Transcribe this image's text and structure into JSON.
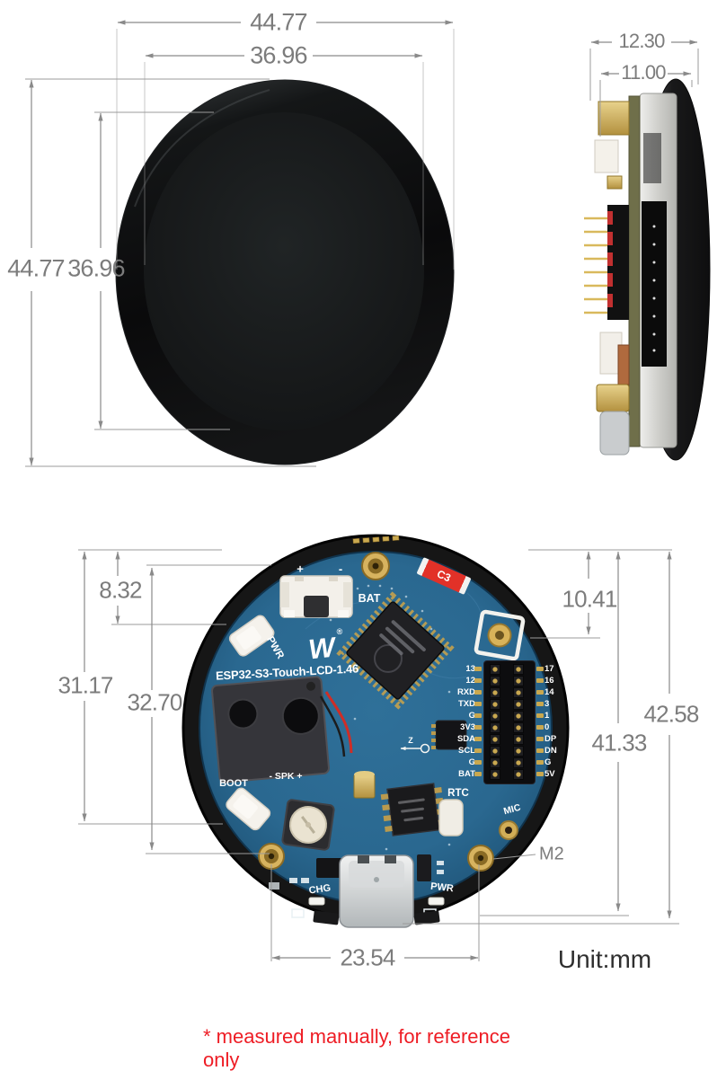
{
  "unit_label": "Unit:mm",
  "note": "* measured manually, for reference only",
  "board_title": "ESP32-S3-Touch-LCD-1.46",
  "front_view": {
    "outer_width": "44.77",
    "inner_width": "36.96",
    "outer_height": "44.77",
    "inner_height": "36.96"
  },
  "side_view": {
    "total_thickness": "12.30",
    "module_thickness": "11.00"
  },
  "back_view": {
    "offset_pwr_button": "8.32",
    "offset_boot_button": "31.17",
    "offset_screw_bottom": "32.70",
    "offset_antenna": "10.41",
    "height_to_usb": "41.33",
    "total_height": "42.58",
    "screw_spacing": "23.54",
    "screw_label": "M2",
    "silkscreen": {
      "bat": "BAT",
      "bat_plus": "+",
      "bat_minus": "-",
      "pwr_button": "PWR",
      "boot": "BOOT",
      "speaker": "- SPK +",
      "rtc": "RTC",
      "mic": "MIC",
      "chg_led": "CHG",
      "pwr_led": "PWR",
      "c3": "C3",
      "logo_mark": "W",
      "logo_reg": "®",
      "axis_z": "Z"
    },
    "header": {
      "left": [
        "13",
        "12",
        "RXD",
        "TXD",
        "G",
        "3V3",
        "SDA",
        "SCL",
        "G",
        "BAT"
      ],
      "right": [
        "17",
        "16",
        "14",
        "3",
        "1",
        "0",
        "DP",
        "DN",
        "G",
        "5V"
      ]
    }
  }
}
